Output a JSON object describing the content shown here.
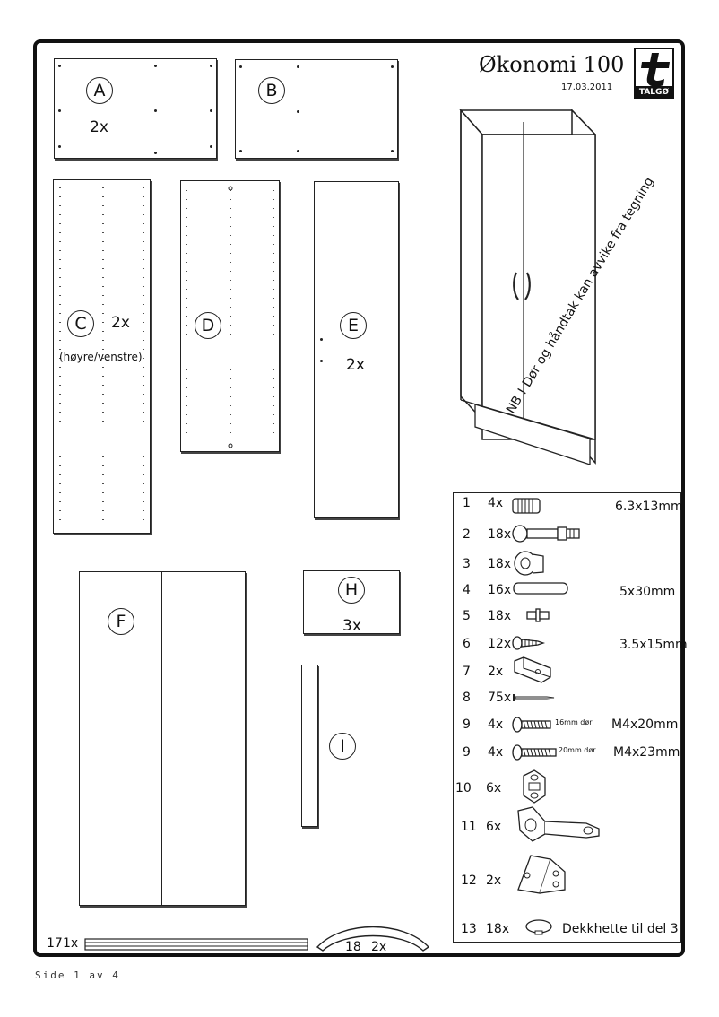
{
  "header": {
    "title": "Økonomi 100",
    "date": "17.03.2011",
    "logo_text": "TALGØ",
    "logo_icon": "talgo-logo-icon"
  },
  "note": "NB ! Dør og håndtak kan avvike fra tegning",
  "parts": {
    "A": {
      "letter": "A",
      "qty": "2x"
    },
    "B": {
      "letter": "B"
    },
    "C": {
      "letter": "C",
      "qty": "2x",
      "note": "(høyre/venstre)"
    },
    "D": {
      "letter": "D"
    },
    "E": {
      "letter": "E",
      "qty": "2x"
    },
    "F": {
      "letter": "F"
    },
    "H": {
      "letter": "H",
      "qty": "3x"
    },
    "I": {
      "letter": "I"
    }
  },
  "hardware": [
    {
      "num": "1",
      "qty": "4x",
      "dim": "6.3x13mm",
      "icon": "dowel-icon"
    },
    {
      "num": "2",
      "qty": "18x",
      "dim": "",
      "icon": "cam-bolt-icon"
    },
    {
      "num": "3",
      "qty": "18x",
      "dim": "",
      "icon": "cam-lock-icon"
    },
    {
      "num": "4",
      "qty": "16x",
      "dim": "5x30mm",
      "icon": "wood-dowel-icon"
    },
    {
      "num": "5",
      "qty": "18x",
      "dim": "",
      "icon": "shelf-pin-icon"
    },
    {
      "num": "6",
      "qty": "12x",
      "dim": "3.5x15mm",
      "icon": "screw-icon"
    },
    {
      "num": "7",
      "qty": "2x",
      "dim": "",
      "icon": "rail-bracket-icon"
    },
    {
      "num": "8",
      "qty": "75x",
      "dim": "",
      "icon": "nail-icon"
    },
    {
      "num": "9",
      "qty": "4x",
      "dim": "M4x20mm",
      "sub": "16mm dør",
      "icon": "machine-screw-icon"
    },
    {
      "num": "9",
      "qty": "4x",
      "dim": "M4x23mm",
      "sub": "20mm dør",
      "icon": "machine-screw-icon"
    },
    {
      "num": "10",
      "qty": "6x",
      "dim": "",
      "icon": "hinge-plate-icon"
    },
    {
      "num": "11",
      "qty": "6x",
      "dim": "",
      "icon": "hinge-icon"
    },
    {
      "num": "12",
      "qty": "2x",
      "dim": "",
      "icon": "angle-bracket-icon"
    },
    {
      "num": "13",
      "qty": "18x",
      "dim": "Dekkhette til del 3",
      "icon": "cover-cap-icon"
    }
  ],
  "bottom": {
    "part17": {
      "num": "17",
      "qty": "1x"
    },
    "part18": {
      "num": "18",
      "qty": "2x"
    }
  },
  "footer": {
    "page": "Side 1 av 4"
  }
}
